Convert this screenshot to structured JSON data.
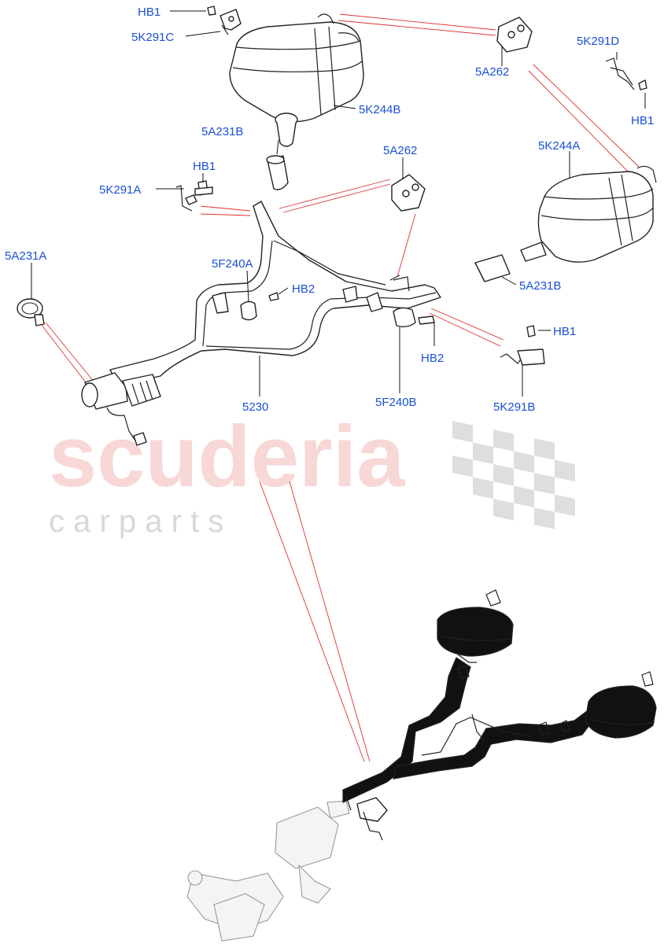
{
  "watermark": {
    "brand": "scuderia",
    "tagline": "c a r   p a r t s"
  },
  "callouts": {
    "hb1_top": "HB1",
    "k291c": "5K291C",
    "a262_top": "5A262",
    "k291d": "5K291D",
    "hb1_right": "HB1",
    "k244b": "5K244B",
    "a231b_upper": "5A231B",
    "a262_mid": "5A262",
    "k244a": "5K244A",
    "hb1_mid": "HB1",
    "k291a": "5K291A",
    "a231a": "5A231A",
    "f240a": "5F240A",
    "hb2_left": "HB2",
    "a231b_lower": "5A231B",
    "hb1_lower": "HB1",
    "hb2_right": "HB2",
    "part_5230": "5230",
    "f240b": "5F240B",
    "k291b": "5K291B"
  }
}
